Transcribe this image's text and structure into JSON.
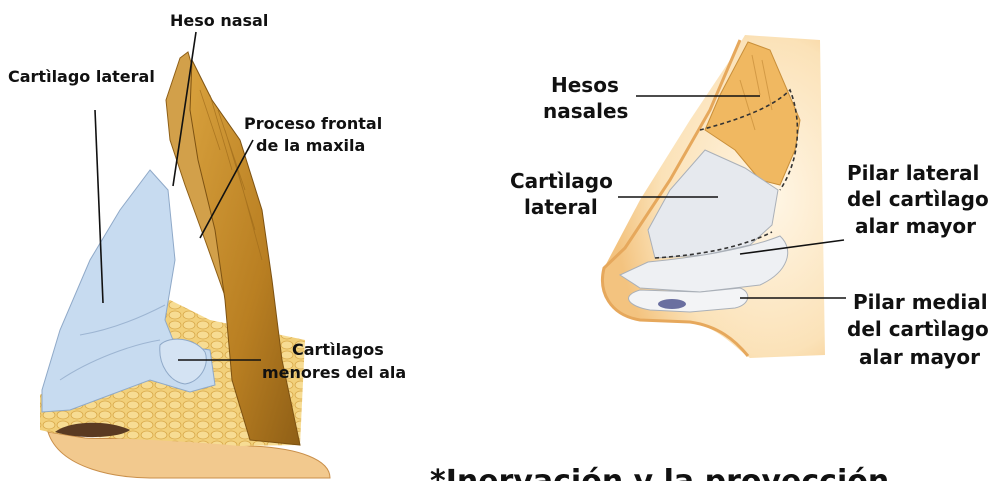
{
  "left_figure": {
    "labels": {
      "heso_nasal": "Heso nasal",
      "cartilago_lateral": "Cartìlago lateral",
      "proceso_frontal_1": "Proceso frontal",
      "proceso_frontal_2": "de la maxila",
      "cartilagos_menores_1": "Cartìlagos",
      "cartilagos_menores_2": "menores del ala"
    }
  },
  "right_figure": {
    "labels": {
      "hesos_nasales_1": "Hesos",
      "hesos_nasales_2": "nasales",
      "cartilago_lateral_1": "Cartìlago",
      "cartilago_lateral_2": "lateral",
      "pilar_lateral_1": "Pilar lateral",
      "pilar_lateral_2": "del cartìlago",
      "pilar_lateral_3": "alar mayor",
      "pilar_medial_1": "Pilar medial",
      "pilar_medial_2": "del  cartìlago",
      "pilar_medial_3": "alar mayor"
    }
  },
  "caption": {
    "partial_text": "*Inervación y la proyección"
  },
  "colors": {
    "bone": "#c8922e",
    "bone_dark": "#9c6a1a",
    "cartilage": "#c7dbf0",
    "fat": "#f2d07a",
    "skin": "#f4c98a",
    "skin_light": "#fbe7c4",
    "cartilage_gray": "#e6e9ee"
  }
}
